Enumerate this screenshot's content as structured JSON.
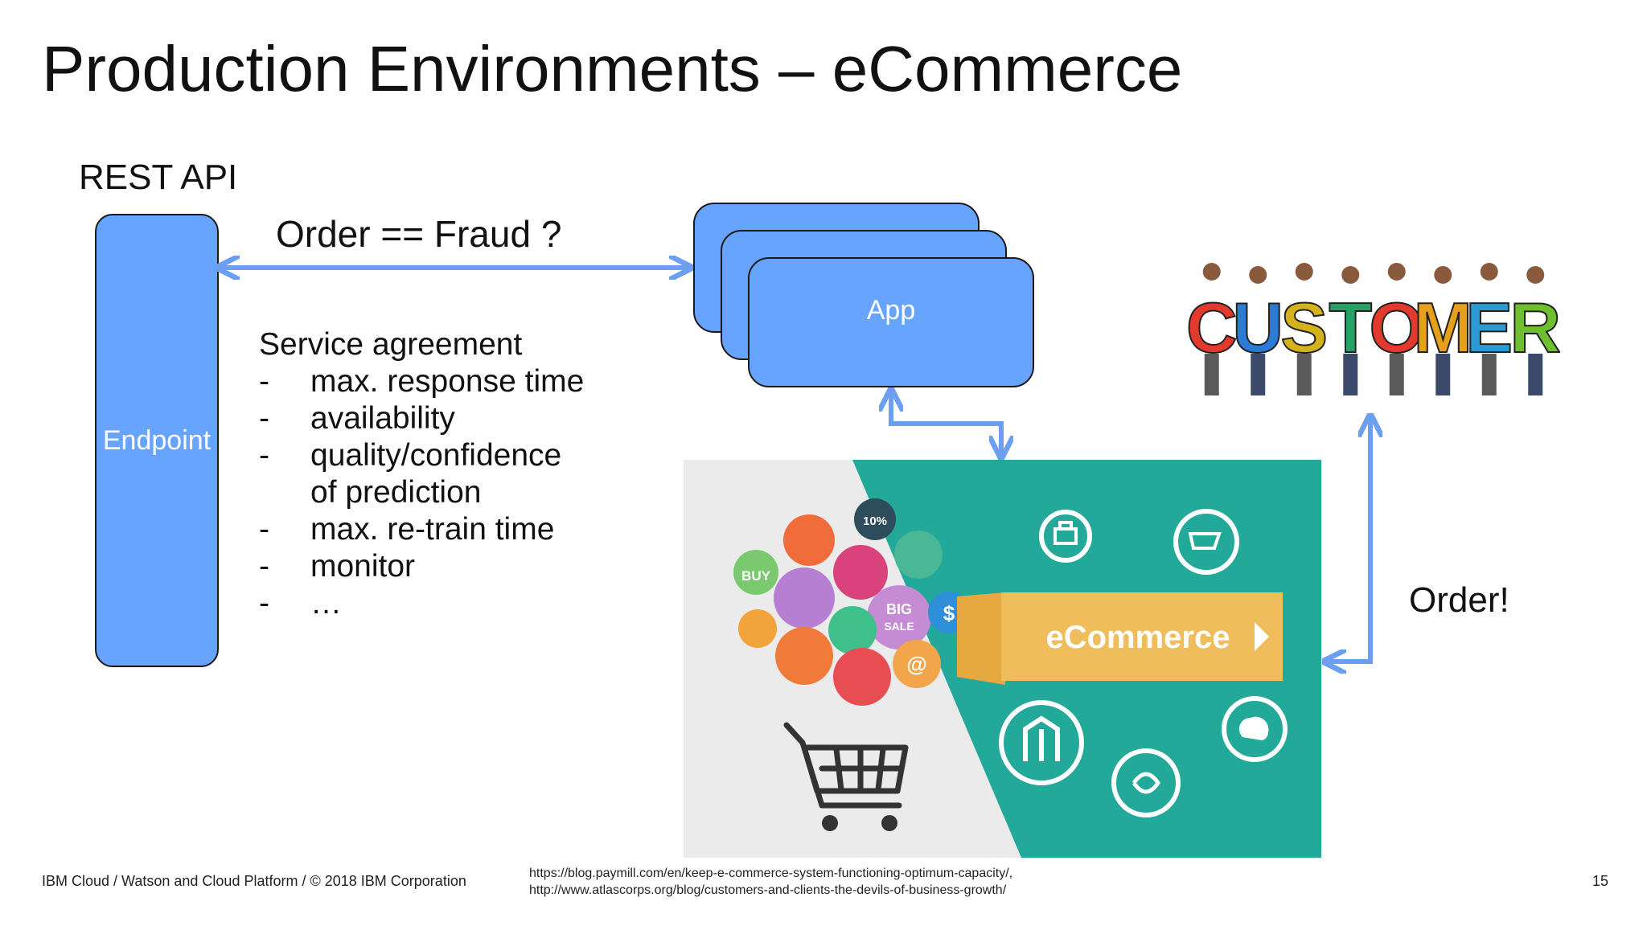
{
  "slide": {
    "title": "Production Environments – eCommerce",
    "rest_label": "REST API",
    "endpoint_label": "Endpoint",
    "fraud_question": "Order == Fraud ?",
    "service": {
      "heading": "Service agreement",
      "items": [
        {
          "dash": "-",
          "text": "max. response time"
        },
        {
          "dash": "-",
          "text": "availability"
        },
        {
          "dash": "-",
          "text": "quality/confidence"
        },
        {
          "dash": "",
          "text": "of prediction"
        },
        {
          "dash": "-",
          "text": "max. re-train time"
        },
        {
          "dash": "-",
          "text": "monitor"
        },
        {
          "dash": "-",
          "text": "…"
        }
      ]
    },
    "app_label": "App",
    "order_label": "Order!",
    "ecommerce_banner": "eCommerce",
    "customer_letters": [
      "C",
      "U",
      "S",
      "T",
      "O",
      "M",
      "E",
      "R"
    ],
    "customer_colors": [
      "#e23b2e",
      "#2b7bd6",
      "#d4b21c",
      "#26a269",
      "#e23b2e",
      "#e6a01c",
      "#2b9bd6",
      "#6fbf2e"
    ],
    "ecommerce_icons": {
      "buy": "BUY",
      "big_sale": [
        "BIG",
        "SALE"
      ],
      "sale_tag": "10%",
      "dollar": "$",
      "at": "@"
    },
    "colors": {
      "box_fill": "#67a4ff",
      "arrow": "#6d9ff0",
      "teal": "#22a99a",
      "banner": "#f0bd5d"
    }
  },
  "footer": {
    "left": "IBM Cloud / Watson and Cloud Platform / © 2018 IBM Corporation",
    "sources": [
      "https://blog.paymill.com/en/keep-e-commerce-system-functioning-optimum-capacity/,",
      "http://www.atlascorps.org/blog/customers-and-clients-the-devils-of-business-growth/"
    ],
    "page": "15"
  }
}
